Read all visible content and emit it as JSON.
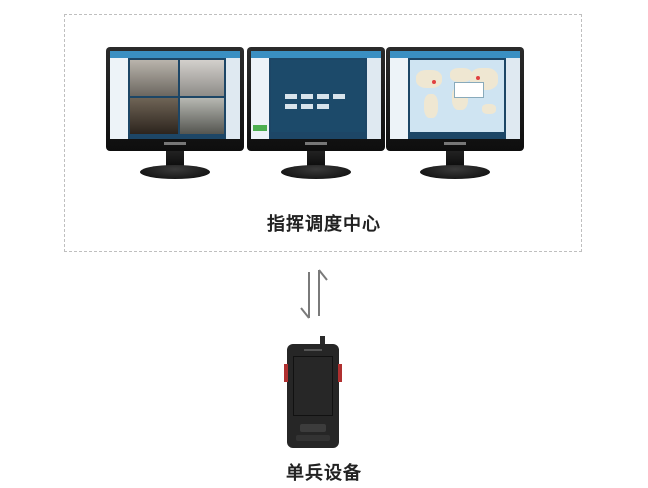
{
  "nodes": {
    "command_center": {
      "label": "指挥调度中心"
    },
    "field_device": {
      "label": "单兵设备"
    }
  },
  "link": {
    "type": "bidirectional"
  }
}
